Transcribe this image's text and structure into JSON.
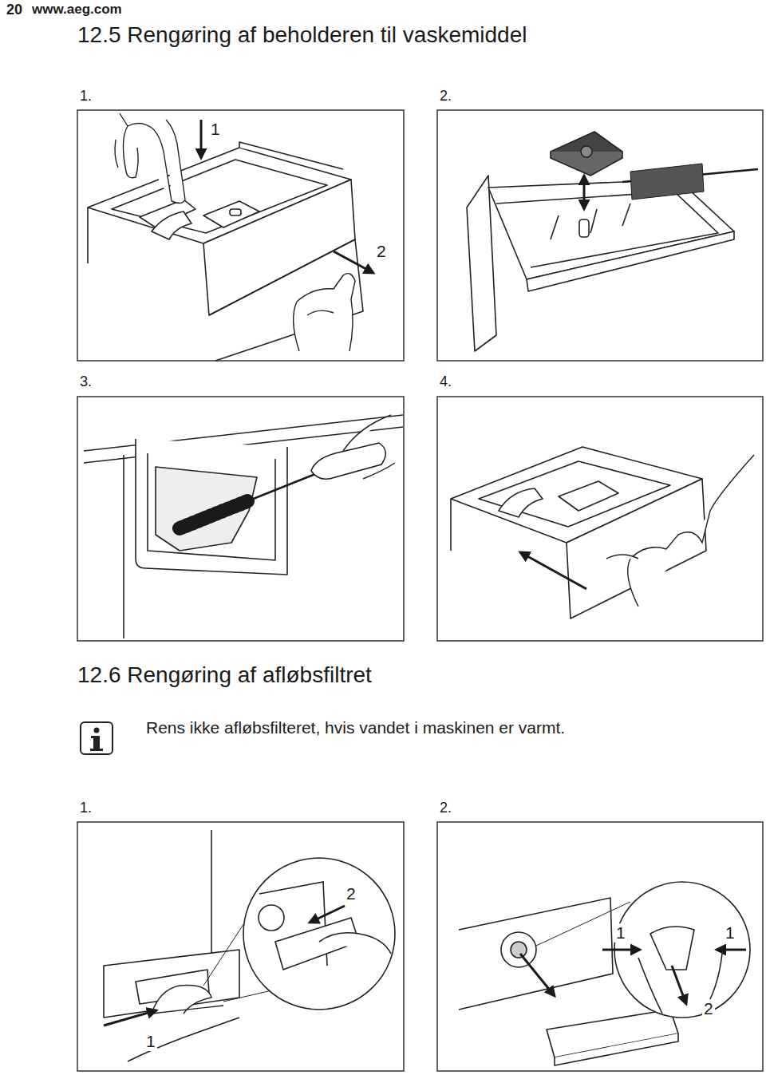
{
  "diagram": {
    "labels": [
      "20",
      "www.aeg.com",
      "12.5 Rengøring af beholderen til vaskemiddel",
      "1.",
      "2.",
      "1",
      "2",
      "3.",
      "4.",
      "12.6 Rengøring af afløbsfiltret",
      "Rens ikke afløbsfilteret, hvis vandet i maskinen er varmt.",
      "1.",
      "2.",
      "2",
      "1",
      "1",
      "1",
      "2"
    ]
  }
}
